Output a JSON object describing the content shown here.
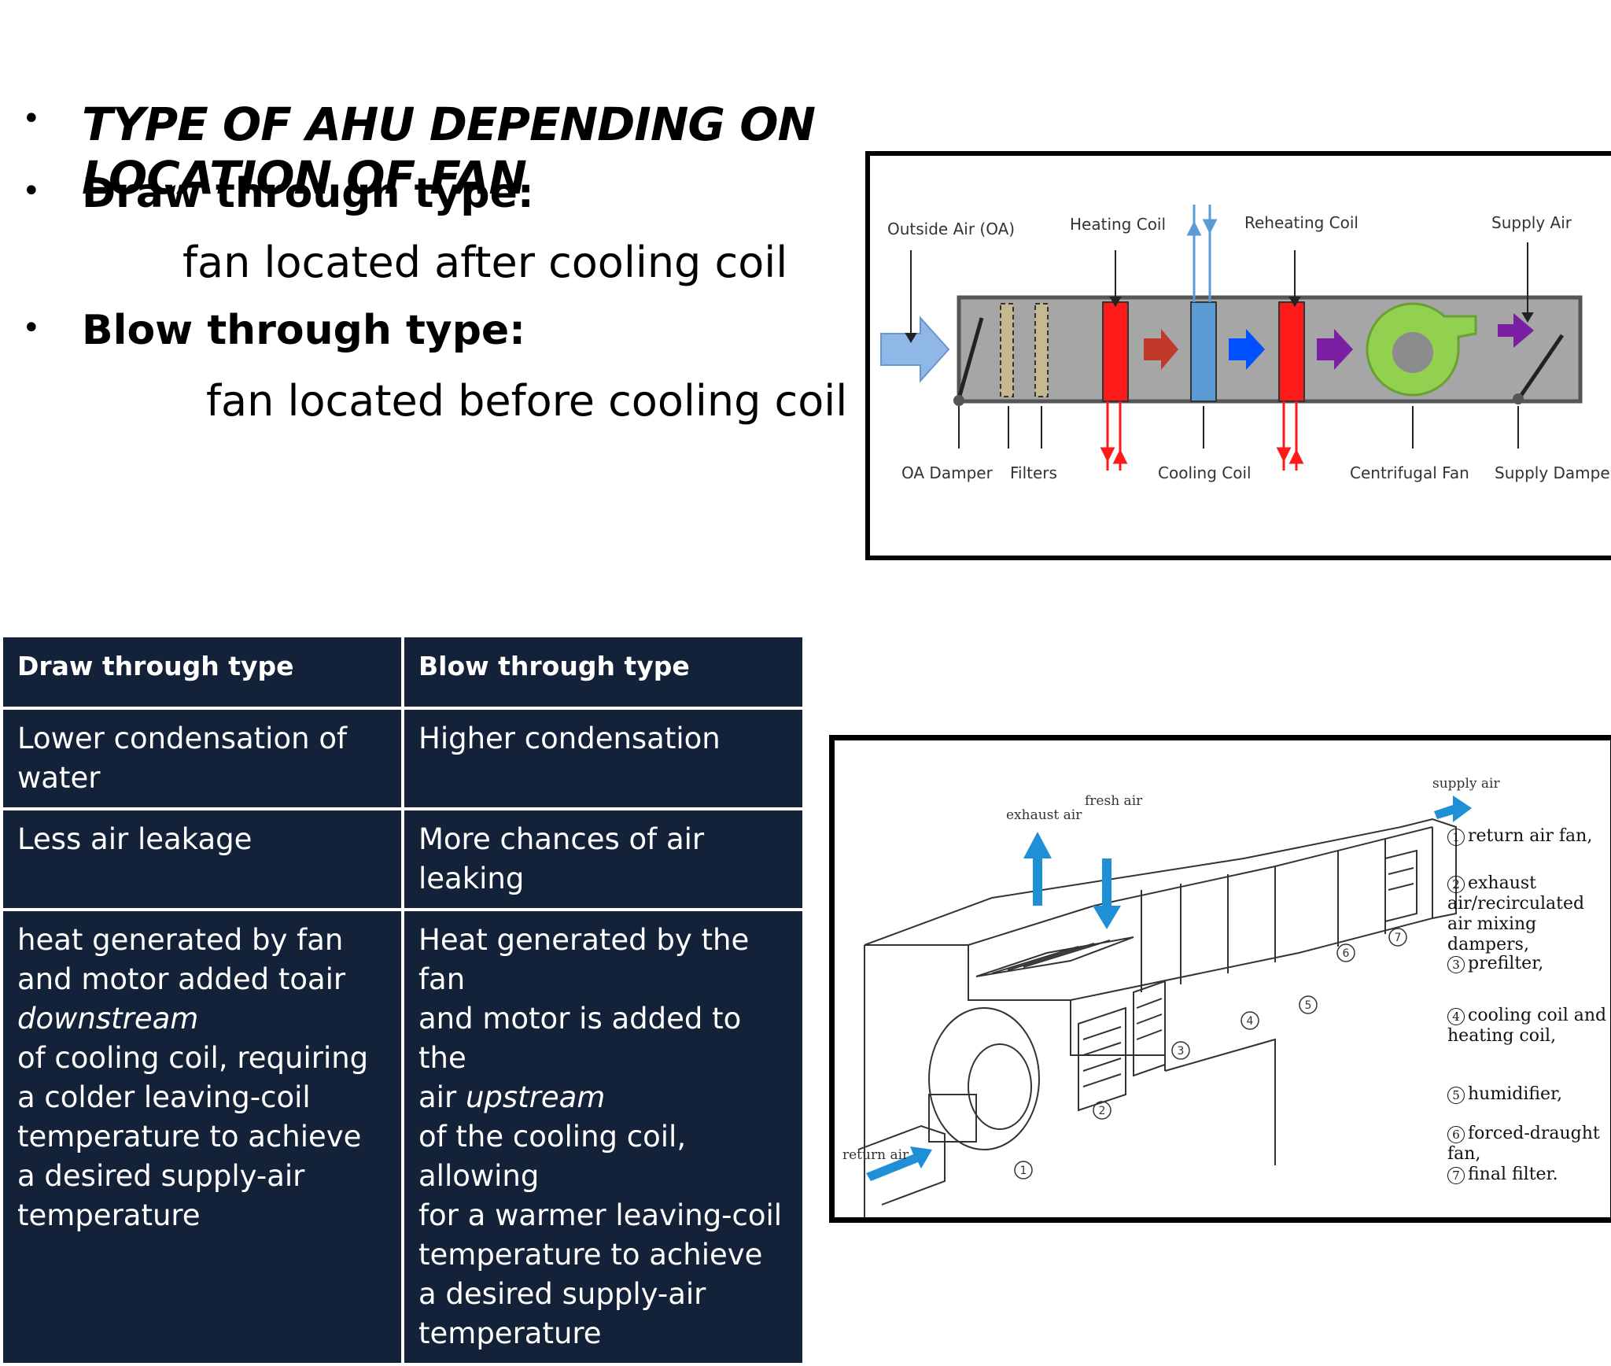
{
  "heading": "TYPE OF AHU DEPENDING ON LOCATION OF FAN",
  "draw": {
    "label": "Draw through type:",
    "desc": "fan located after cooling coil"
  },
  "blow": {
    "label": "Blow through type:",
    "desc": "fan located before cooling coil"
  },
  "bullet": "•",
  "diagram1": {
    "top_labels": [
      "Outside Air (OA)",
      "Heating Coil",
      "Reheating Coil",
      "Supply Air"
    ],
    "bottom_labels": [
      "OA Damper",
      "Filters",
      "Cooling Coil",
      "Centrifugal Fan",
      "Supply Damper"
    ]
  },
  "table": {
    "headers": [
      "Draw through type",
      "Blow through type"
    ],
    "rows": [
      {
        "left": [
          "Lower condensation of",
          "water"
        ],
        "right": [
          "Higher condensation"
        ]
      },
      {
        "left": [
          "Less air leakage"
        ],
        "right": [
          "More chances of air leaking"
        ]
      },
      {
        "left": [
          "heat generated by fan",
          "and motor added  toair",
          "downstream",
          "of  cooling coil, requiring",
          "a colder leaving-coil",
          "temperature to achieve",
          "a desired supply-air",
          "temperature"
        ],
        "right": [
          "Heat generated by the fan",
          "and motor is added to the",
          "air ",
          "upstream",
          " of the cooling coil, allowing",
          "for a warmer leaving-coil",
          "temperature to achieve",
          "a desired supply-air",
          "temperature"
        ]
      }
    ]
  },
  "diagram2": {
    "labels": {
      "exhaust": "exhaust air",
      "fresh": "fresh air",
      "supply": "supply air",
      "return": "return air"
    },
    "numbers": [
      "1",
      "2",
      "3",
      "4",
      "5",
      "6",
      "7"
    ],
    "legend": [
      {
        "num": "1",
        "text": "return air fan,"
      },
      {
        "num": "2",
        "text": "exhaust air/recirculated air mixing dampers,"
      },
      {
        "num": "3",
        "text": "prefilter,"
      },
      {
        "num": "4",
        "text": "cooling coil and heating coil,"
      },
      {
        "num": "5",
        "text": "humidifier,"
      },
      {
        "num": "6",
        "text": "forced-draught fan,"
      },
      {
        "num": "7",
        "text": "final filter."
      }
    ]
  },
  "colors": {
    "table_bg": "#132238",
    "heating": "#ff1a1a",
    "cooling": "#5b9bd5",
    "fan": "#92d050",
    "arrow_purple": "#7b1fa2",
    "arrow_blue": "#0050ff"
  }
}
